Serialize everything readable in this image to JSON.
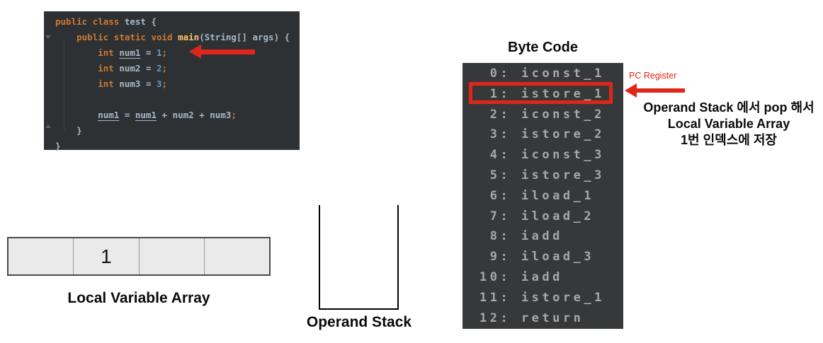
{
  "colors": {
    "accent-red": "#E1251B",
    "editor-bg": "#2D3134",
    "bytecode-bg": "#373839",
    "code-keyword": "#CC7832",
    "code-plain": "#A9B7C6",
    "code-number": "#6897BB",
    "code-method": "#FFC66D",
    "bytecode-text": "#A8A8A8"
  },
  "editor": {
    "language": "java",
    "lines": [
      [
        {
          "t": "public class ",
          "c": "kw"
        },
        {
          "t": "test {",
          "c": "pl"
        }
      ],
      [
        {
          "t": "    ",
          "c": "pl"
        },
        {
          "t": "public static void ",
          "c": "kw"
        },
        {
          "t": "main",
          "c": "fn"
        },
        {
          "t": "(String[] args) {",
          "c": "pl"
        }
      ],
      [
        {
          "t": "        ",
          "c": "pl"
        },
        {
          "t": "int ",
          "c": "kw"
        },
        {
          "t": "num1",
          "c": "un"
        },
        {
          "t": " = ",
          "c": "pl"
        },
        {
          "t": "1",
          "c": "nm"
        },
        {
          "t": ";",
          "c": "kw"
        }
      ],
      [
        {
          "t": "        ",
          "c": "pl"
        },
        {
          "t": "int ",
          "c": "kw"
        },
        {
          "t": "num2",
          "c": "pl"
        },
        {
          "t": " = ",
          "c": "pl"
        },
        {
          "t": "2",
          "c": "nm"
        },
        {
          "t": ";",
          "c": "kw"
        }
      ],
      [
        {
          "t": "        ",
          "c": "pl"
        },
        {
          "t": "int ",
          "c": "kw"
        },
        {
          "t": "num3",
          "c": "pl"
        },
        {
          "t": " = ",
          "c": "pl"
        },
        {
          "t": "3",
          "c": "nm"
        },
        {
          "t": ";",
          "c": "kw"
        }
      ],
      [],
      [
        {
          "t": "        ",
          "c": "pl"
        },
        {
          "t": "num1",
          "c": "un"
        },
        {
          "t": " = ",
          "c": "pl"
        },
        {
          "t": "num1",
          "c": "un"
        },
        {
          "t": " + ",
          "c": "pl"
        },
        {
          "t": "num2",
          "c": "pl"
        },
        {
          "t": " + ",
          "c": "pl"
        },
        {
          "t": "num3",
          "c": "pl"
        },
        {
          "t": ";",
          "c": "kw"
        }
      ],
      [
        {
          "t": "    }",
          "c": "pl"
        }
      ],
      [
        {
          "t": "}",
          "c": "pl"
        }
      ]
    ]
  },
  "bytecode": {
    "title": "Byte Code",
    "pc_register_label": "PC Register",
    "highlighted_line": "1: istore_1",
    "lines": [
      " 0: iconst_1",
      " 1: istore_1",
      " 2: iconst_2",
      " 3: istore_2",
      " 4: iconst_3",
      " 5: istore_3",
      " 6: iload_1",
      " 7: iload_2",
      " 8: iadd",
      " 9: iload_3",
      "10: iadd",
      "11: istore_1",
      "12: return"
    ]
  },
  "annotation": {
    "lines": [
      "Operand Stack 에서 pop 해서",
      "Local Variable Array",
      "1번 인덱스에 저장"
    ]
  },
  "local_variable_array": {
    "label": "Local Variable Array",
    "cells": [
      "",
      "1",
      "",
      ""
    ]
  },
  "operand_stack": {
    "label": "Operand Stack",
    "items": []
  }
}
